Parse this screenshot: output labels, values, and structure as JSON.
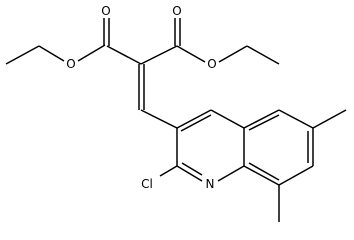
{
  "diagram": {
    "type": "chemical-structure",
    "atom_labels": {
      "ester1_oxygen_single": "O",
      "ester1_oxygen_double": "O",
      "ester2_oxygen_double": "O",
      "ester2_oxygen_single": "O",
      "chlorine": "Cl",
      "ring_nitrogen": "N"
    }
  }
}
